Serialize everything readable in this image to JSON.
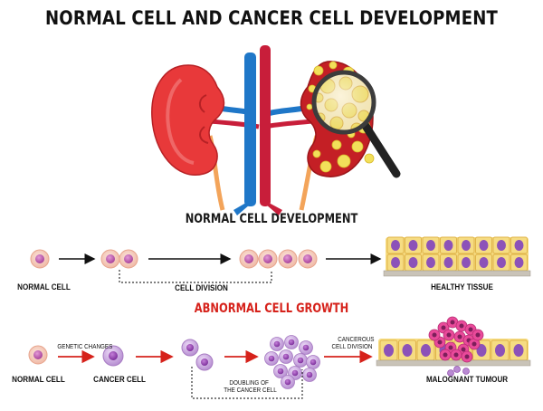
{
  "title": "NORMAL CELL AND CANCER CELL DEVELOPMENT",
  "sections": {
    "normal": {
      "title": "NORMAL CELL DEVELOPMENT",
      "labels": {
        "normal_cell": "NORMAL CELL",
        "cell_division": "CELL DIVISION",
        "healthy_tissue": "HEALTHY TISSUE"
      }
    },
    "abnormal": {
      "title": "ABNORMAL CELL GROWTH",
      "labels": {
        "normal_cell": "NORMAL CELL",
        "genetic_changes": "GENETIC CHANGES",
        "cancer_cell": "CANCER CELL",
        "doubling_line1": "DOUBLING OF",
        "doubling_line2": "THE CANCER CELL",
        "cancerous_line1": "CANCEROUS",
        "cancerous_line2": "CELL DIVISION",
        "malignant_tumour": "MALOGNANT TUMOUR"
      }
    }
  },
  "colors": {
    "title_red": "#d6221b",
    "kidney_red": "#e8393a",
    "vein_blue": "#1f77c8",
    "artery_red": "#c81e3a",
    "ureter_orange": "#f3a45a",
    "cell_pink": "#f5c9ba",
    "cell_nucleus": "#c65bb0",
    "cancer_cell_purple": "#b98ad3",
    "tissue_yellow": "#f6dc82",
    "tissue_nucleus": "#8c52b8"
  }
}
